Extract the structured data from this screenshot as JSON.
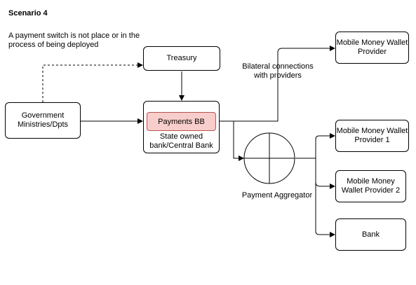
{
  "diagram": {
    "title": "Scenario 4",
    "note": "A payment switch is not place or in the process of being deployed",
    "nodes": {
      "treasury": "Treasury",
      "government": "Government Ministries/Dpts",
      "payments_bb": "Payments BB",
      "state_bank": "State owned bank/Central Bank",
      "aggregator": "Payment Aggregator",
      "mmw_provider": "Mobile Money Wallet Provider",
      "mmw_provider_1": "Mobile Money Wallet Provider 1",
      "mmw_provider_2": "Mobile Money Wallet Provider 2",
      "bank": "Bank"
    },
    "edge_labels": {
      "bilateral": "Bilateral connections with providers"
    }
  }
}
